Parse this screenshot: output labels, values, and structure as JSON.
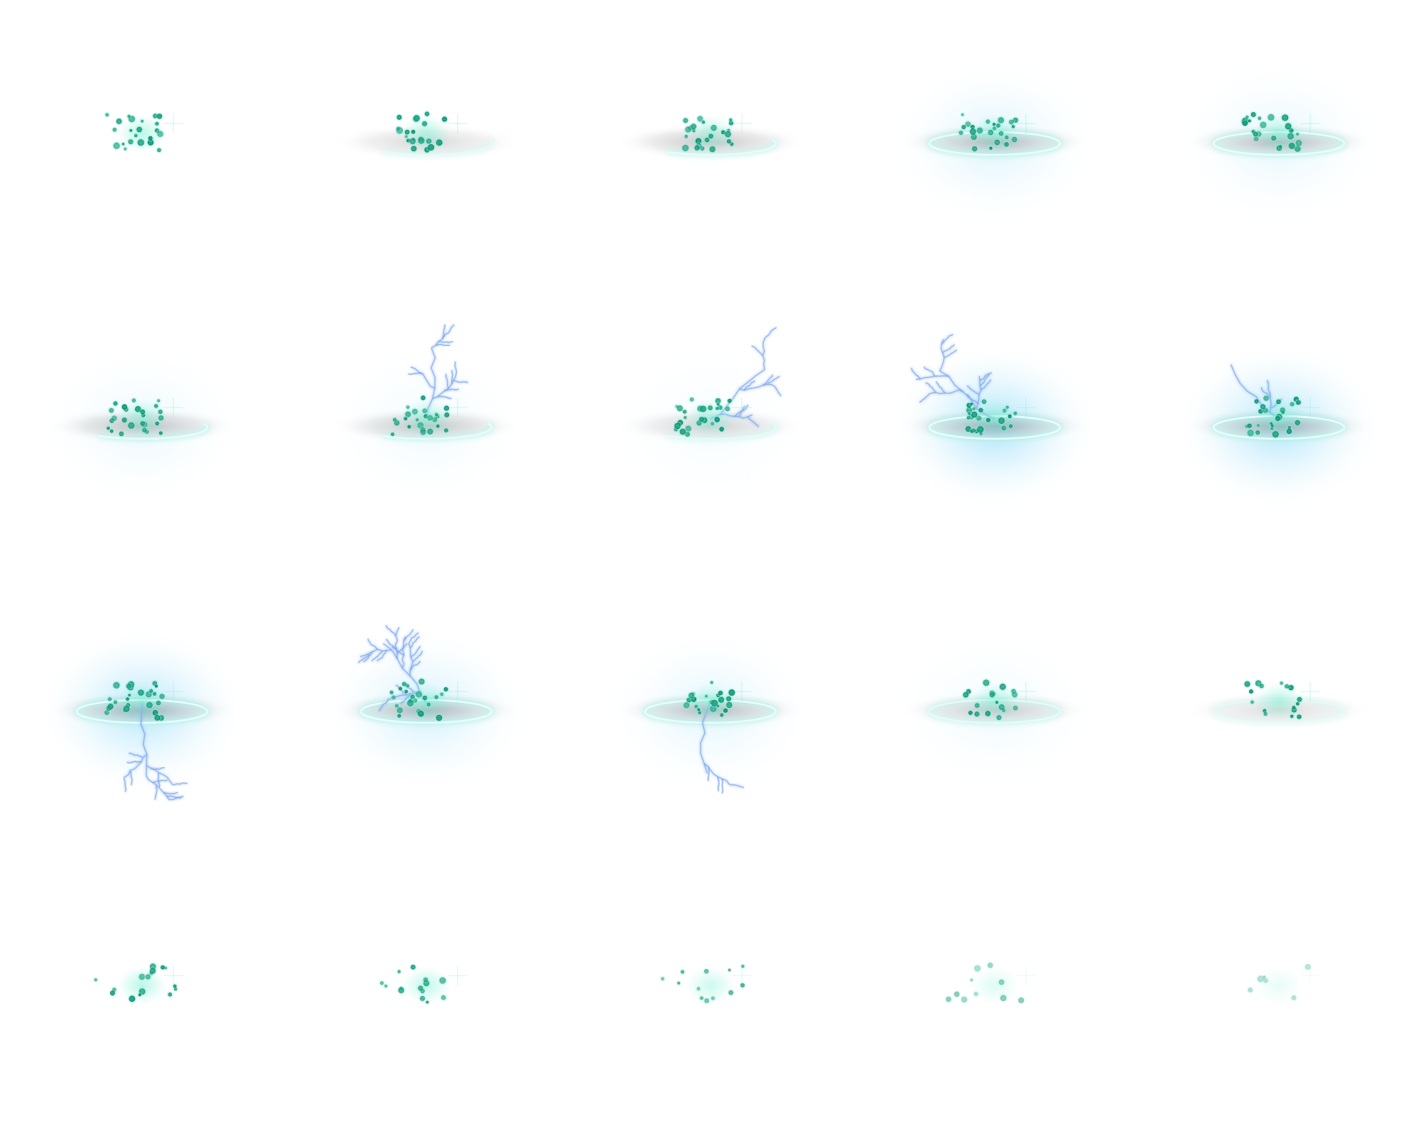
{
  "sprite_sheet": {
    "columns": 5,
    "rows": 4,
    "frame_count": 20,
    "colors": {
      "background": "#ffffff",
      "particle": "#1aa584",
      "particle_dark": "#0e6e5a",
      "particle_glow": "#7ef0d4",
      "ring": "#a8f5ea",
      "ring_bright": "#e8fffb",
      "aura": "#8fdcf8",
      "lightning": "#7fa8ee",
      "smoke": "#7c7c7c"
    },
    "frames": [
      {
        "index": 1,
        "ring": "none",
        "ring_opacity": 0,
        "aura": 0,
        "lightning": "none",
        "particles": 22,
        "particle_opacity": 1.0
      },
      {
        "index": 2,
        "ring": "partial",
        "ring_opacity": 0.55,
        "aura": 0,
        "lightning": "none",
        "particles": 22,
        "particle_opacity": 1.0
      },
      {
        "index": 3,
        "ring": "partial",
        "ring_opacity": 0.85,
        "aura": 0,
        "lightning": "none",
        "particles": 24,
        "particle_opacity": 1.0
      },
      {
        "index": 4,
        "ring": "full",
        "ring_opacity": 1.0,
        "aura": 0.35,
        "lightning": "none",
        "particles": 24,
        "particle_opacity": 1.0
      },
      {
        "index": 5,
        "ring": "full",
        "ring_opacity": 1.0,
        "aura": 0.25,
        "lightning": "none",
        "particles": 24,
        "particle_opacity": 1.0
      },
      {
        "index": 6,
        "ring": "partial",
        "ring_opacity": 0.9,
        "aura": 0.2,
        "lightning": "none",
        "particles": 26,
        "particle_opacity": 1.0
      },
      {
        "index": 7,
        "ring": "partial",
        "ring_opacity": 0.85,
        "aura": 0.15,
        "lightning": "up",
        "particles": 24,
        "particle_opacity": 1.0
      },
      {
        "index": 8,
        "ring": "partial",
        "ring_opacity": 0.6,
        "aura": 0.1,
        "lightning": "up-right",
        "particles": 26,
        "particle_opacity": 1.0
      },
      {
        "index": 9,
        "ring": "full",
        "ring_opacity": 1.0,
        "aura": 0.85,
        "lightning": "up-left",
        "particles": 26,
        "particle_opacity": 1.0
      },
      {
        "index": 10,
        "ring": "full",
        "ring_opacity": 1.0,
        "aura": 0.8,
        "lightning": "up-left",
        "particles": 26,
        "particle_opacity": 1.0
      },
      {
        "index": 11,
        "ring": "full",
        "ring_opacity": 1.0,
        "aura": 0.75,
        "lightning": "down",
        "particles": 26,
        "particle_opacity": 1.0
      },
      {
        "index": 12,
        "ring": "full",
        "ring_opacity": 1.0,
        "aura": 0.45,
        "lightning": "up-left",
        "particles": 24,
        "particle_opacity": 1.0
      },
      {
        "index": 13,
        "ring": "full",
        "ring_opacity": 0.95,
        "aura": 0.3,
        "lightning": "down",
        "particles": 22,
        "particle_opacity": 1.0
      },
      {
        "index": 14,
        "ring": "full",
        "ring_opacity": 0.75,
        "aura": 0.15,
        "lightning": "none",
        "particles": 18,
        "particle_opacity": 1.0
      },
      {
        "index": 15,
        "ring": "full",
        "ring_opacity": 0.45,
        "aura": 0,
        "lightning": "none",
        "particles": 16,
        "particle_opacity": 1.0
      },
      {
        "index": 16,
        "ring": "none",
        "ring_opacity": 0,
        "aura": 0,
        "lightning": "none",
        "particles": 16,
        "particle_opacity": 1.0
      },
      {
        "index": 17,
        "ring": "none",
        "ring_opacity": 0,
        "aura": 0,
        "lightning": "none",
        "particles": 14,
        "particle_opacity": 0.9
      },
      {
        "index": 18,
        "ring": "none",
        "ring_opacity": 0,
        "aura": 0,
        "lightning": "none",
        "particles": 12,
        "particle_opacity": 0.75
      },
      {
        "index": 19,
        "ring": "none",
        "ring_opacity": 0,
        "aura": 0,
        "lightning": "none",
        "particles": 10,
        "particle_opacity": 0.5
      },
      {
        "index": 20,
        "ring": "none",
        "ring_opacity": 0,
        "aura": 0,
        "lightning": "none",
        "particles": 6,
        "particle_opacity": 0.35
      }
    ]
  }
}
